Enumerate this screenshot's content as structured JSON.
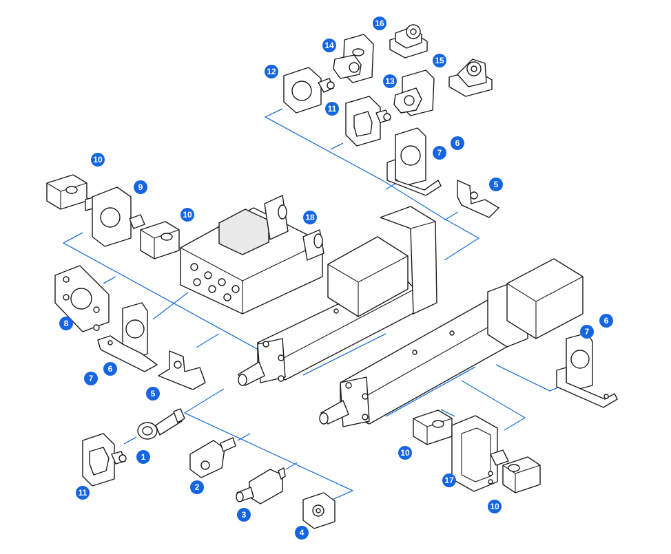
{
  "accent_color": "#1565e0",
  "leader_color": "#1e73d8",
  "callouts": [
    {
      "label": "16"
    },
    {
      "label": "14"
    },
    {
      "label": "15"
    },
    {
      "label": "12"
    },
    {
      "label": "13"
    },
    {
      "label": "11"
    },
    {
      "label": "7"
    },
    {
      "label": "6"
    },
    {
      "label": "10"
    },
    {
      "label": "9"
    },
    {
      "label": "5"
    },
    {
      "label": "10"
    },
    {
      "label": "18"
    },
    {
      "label": "8"
    },
    {
      "label": "6"
    },
    {
      "label": "7"
    },
    {
      "label": "5"
    },
    {
      "label": "7"
    },
    {
      "label": "6"
    },
    {
      "label": "1"
    },
    {
      "label": "11"
    },
    {
      "label": "2"
    },
    {
      "label": "3"
    },
    {
      "label": "4"
    },
    {
      "label": "10"
    },
    {
      "label": "17"
    },
    {
      "label": "10"
    }
  ]
}
